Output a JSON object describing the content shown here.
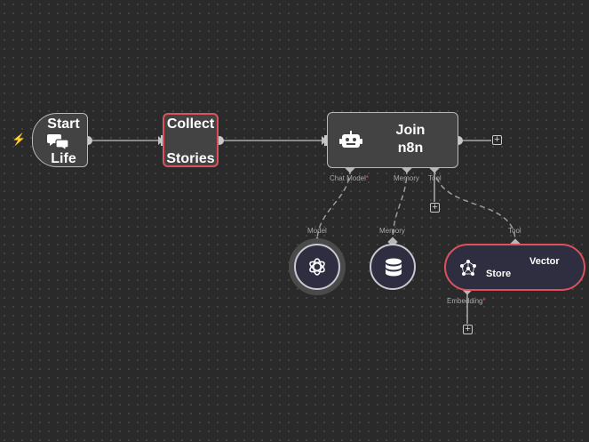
{
  "nodes": {
    "start": {
      "line1": "Start",
      "line2": "Life"
    },
    "collect": {
      "line1": "Collect",
      "line2": "Stories"
    },
    "agent": {
      "line1": "Join",
      "line2": "n8n"
    },
    "store": {
      "line1": "Vector",
      "line2": "Store"
    }
  },
  "connectors": {
    "chat_model": "Chat Model",
    "memory": "Memory",
    "tool": "Tool",
    "model": "Model",
    "memory2": "Memory",
    "tool2": "Tool",
    "embedding": "Embedding",
    "required_mark": "*"
  },
  "icons": {
    "trigger": "lightning-bolt-icon",
    "start": "chat-bubbles-icon",
    "agent": "robot-icon",
    "model": "openai-icon",
    "memory": "database-icon",
    "store": "vector-store-icon",
    "add": "+"
  },
  "colors": {
    "canvas": "#2a2a2a",
    "node": "#434343",
    "selected_border": "#e0505a",
    "edge": "#b8b8b8",
    "required": "#e0505a"
  }
}
